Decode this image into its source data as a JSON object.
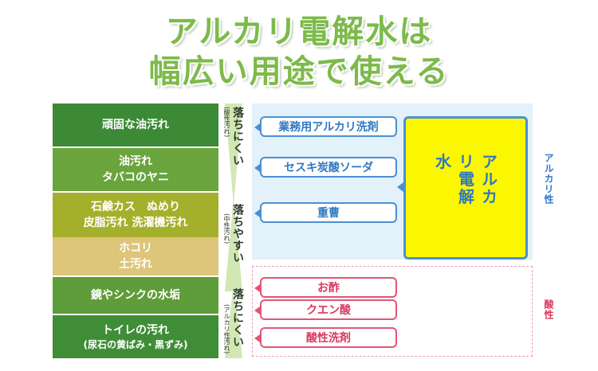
{
  "title": {
    "line1": "アルカリ電解水は",
    "line2": "幅広い用途で使える"
  },
  "stains": [
    {
      "lines": [
        "頑固な油汚れ"
      ],
      "color": "#3c8a36"
    },
    {
      "lines": [
        "油汚れ",
        "タバコのヤニ"
      ],
      "color": "#6aa43d"
    },
    {
      "lines": [
        "石鹸カス　ぬめり",
        "皮脂汚れ 洗濯機汚れ"
      ],
      "color": "#a4b02c"
    },
    {
      "lines": [
        "ホコリ",
        "土汚れ"
      ],
      "color": "#ddc579"
    },
    {
      "lines": [
        "鏡やシンクの水垢"
      ],
      "color": "#5f9c3a"
    },
    {
      "lines": [
        "トイレの汚れ",
        "(尿石の黄ばみ・黒ずみ)"
      ],
      "color": "#3f8d37"
    }
  ],
  "difficulty": [
    {
      "label": "落ちにくい",
      "sub": "(酸性汚れ)"
    },
    {
      "label": "落ちやすい",
      "sub": "(中性汚れ)"
    },
    {
      "label": "落ちにくい",
      "sub": "(アルカリ性汚れ)"
    }
  ],
  "alkaline_cleaners": [
    "業務用アルカリ洗剤",
    "セスキ炭酸ソーダ",
    "重曹"
  ],
  "acidic_cleaners": [
    "お酢",
    "クエン酸",
    "酸性洗剤"
  ],
  "highlight": "アルカリ電解水",
  "side_labels": {
    "alkaline": "アルカリ性",
    "acidic": "酸性"
  },
  "colors": {
    "title": "#7dba4a",
    "alkaline": "#2f78c2",
    "acidic": "#d8385e",
    "highlight_bg": "#fbf700"
  }
}
